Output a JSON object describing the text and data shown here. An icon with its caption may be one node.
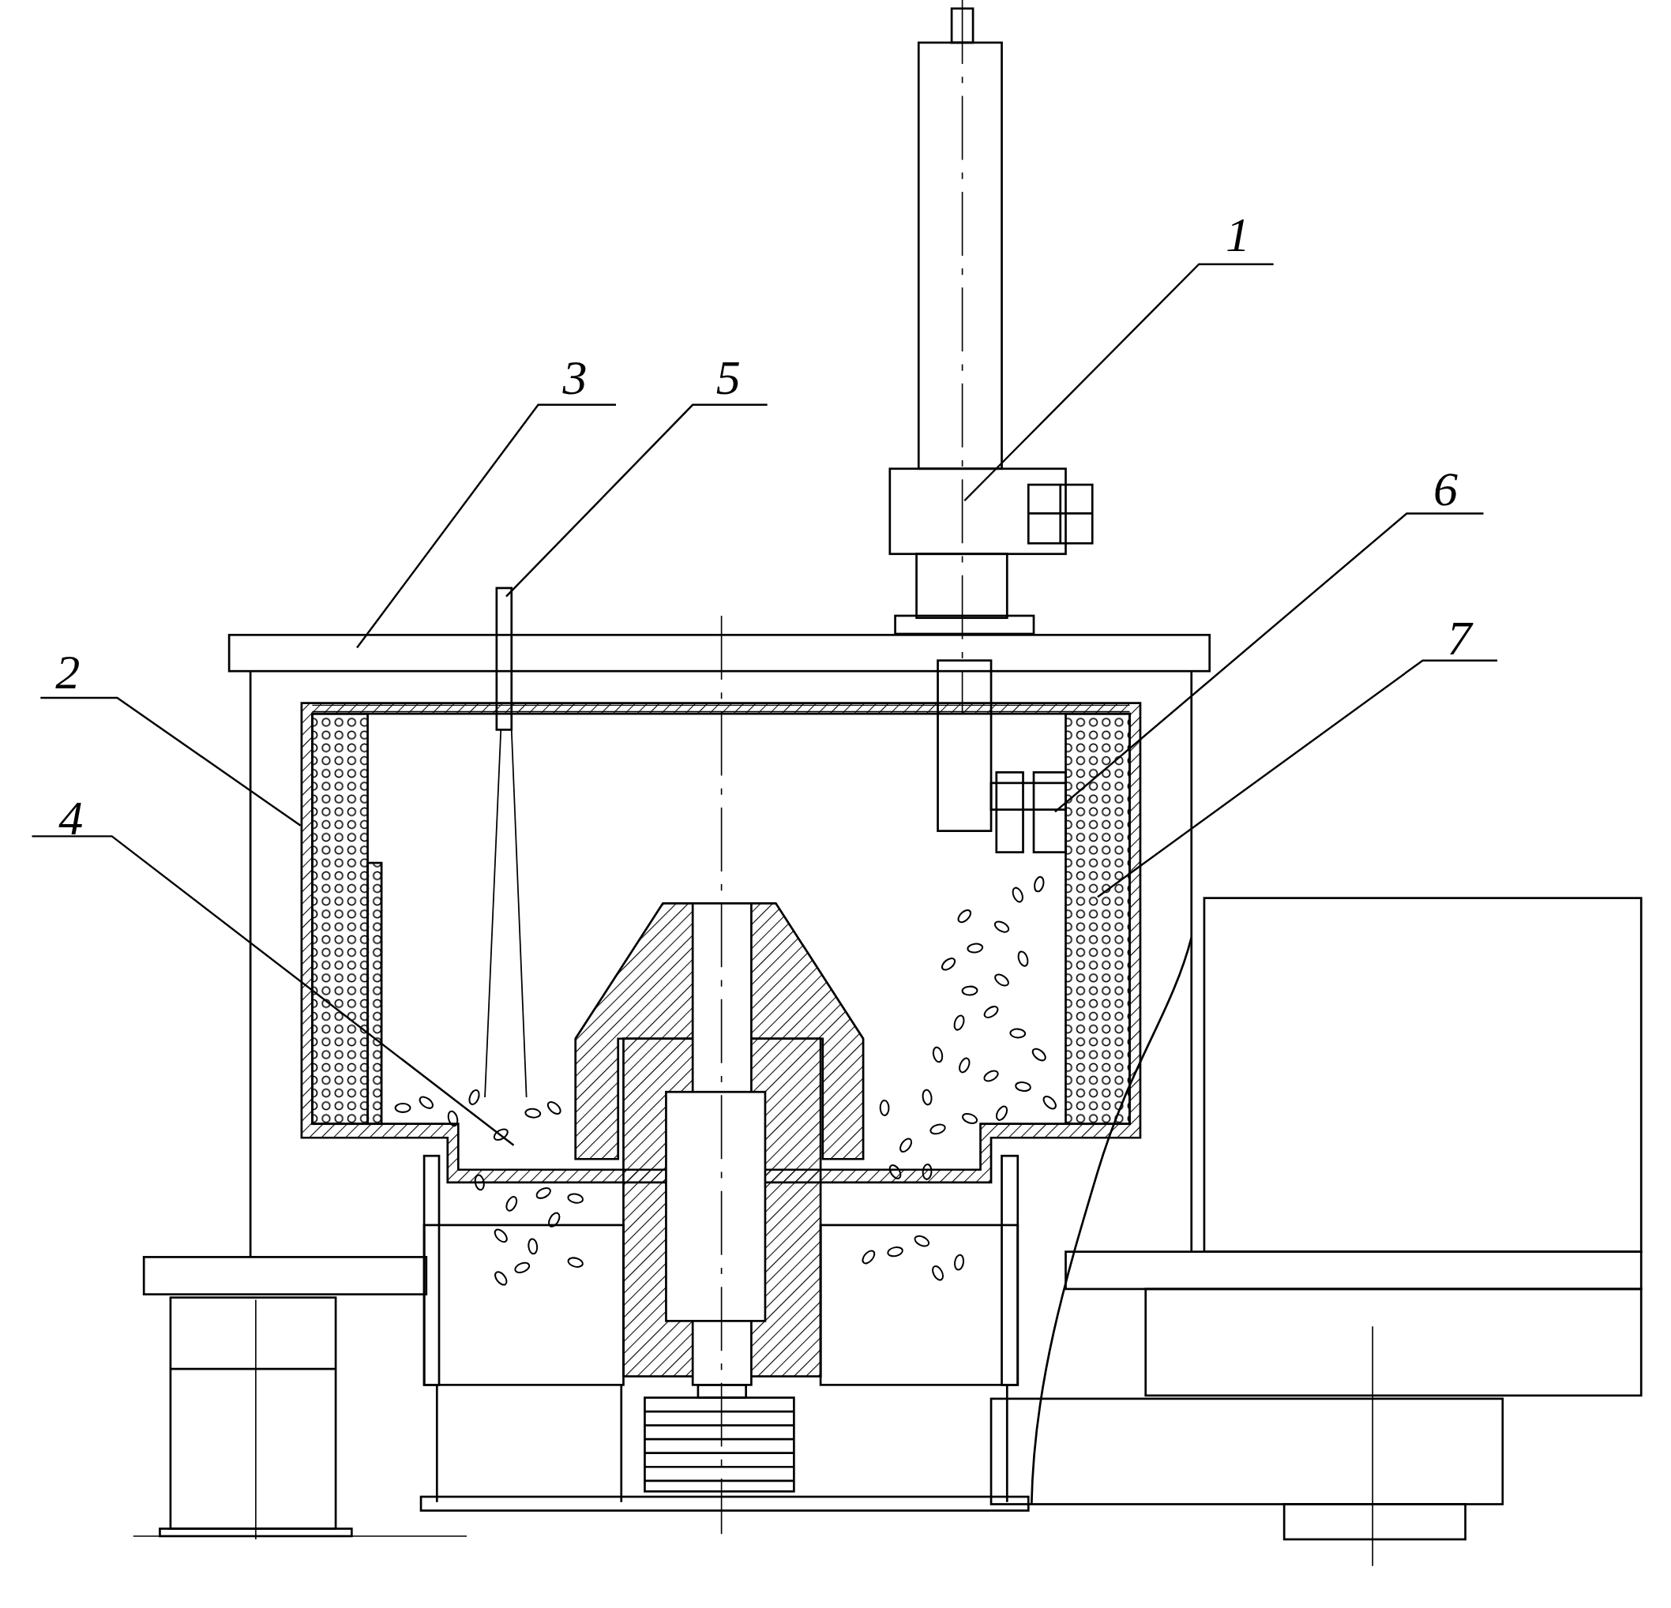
{
  "diagram": {
    "nodes": [
      {
        "text": [
          "1"
        ]
      },
      {
        "text": [
          "2"
        ]
      },
      {
        "text": [
          "3"
        ]
      },
      {
        "text": [
          "4"
        ]
      },
      {
        "text": [
          "5"
        ]
      },
      {
        "text": [
          "6"
        ]
      },
      {
        "text": [
          "7"
        ]
      }
    ],
    "edges": [
      {
        "from": 0,
        "to": null,
        "arrow": "none"
      },
      {
        "from": 1,
        "to": null,
        "arrow": "none"
      },
      {
        "from": 2,
        "to": null,
        "arrow": "none"
      },
      {
        "from": 3,
        "to": null,
        "arrow": "none"
      },
      {
        "from": 4,
        "to": null,
        "arrow": "none"
      },
      {
        "from": 5,
        "to": null,
        "arrow": "none"
      },
      {
        "from": 6,
        "to": null,
        "arrow": "none"
      }
    ]
  }
}
